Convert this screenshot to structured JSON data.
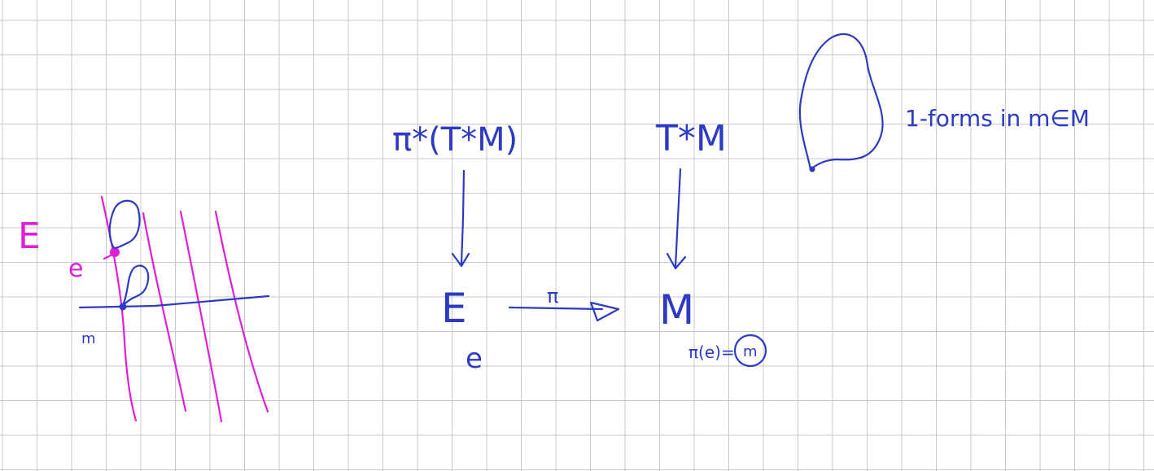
{
  "colors": {
    "grid": "#c8c8c8",
    "background": "#ffffff",
    "ink_blue": "#2d3bc4",
    "ink_magenta": "#e11fd6"
  },
  "sketch": {
    "bundle_label": "E",
    "fiber_point_label": "e",
    "base_point_label": "m"
  },
  "diagram": {
    "pullback_label": "π*(T*M)",
    "cotangent_label": "T*M",
    "total_space_label": "E",
    "projection_label": "π",
    "base_label": "M",
    "element_label": "e",
    "projection_eq_label": "π(e)=",
    "projection_value_label": "m"
  },
  "annotation": {
    "forms_label": "1-forms in m∈M"
  }
}
